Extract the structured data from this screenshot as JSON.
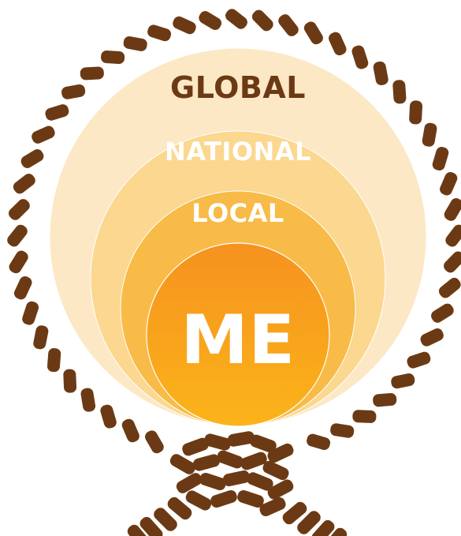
{
  "diagram": {
    "levels": [
      {
        "label": "GLOBAL",
        "fill": "#fce8c5",
        "label_color": "#6b3a14"
      },
      {
        "label": "NATIONAL",
        "fill": "#fbd78f",
        "label_color": "#ffffff"
      },
      {
        "label": "LOCAL",
        "fill": "#f8bb47",
        "label_color": "#ffffff"
      },
      {
        "label": "ME",
        "fill": "#f6941f",
        "label_color": "#ffffff"
      }
    ],
    "rope_color": "#6b3a14"
  }
}
